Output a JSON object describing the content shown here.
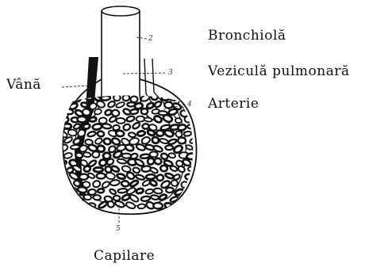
{
  "labels": {
    "bronchiole": "Bronchiolă",
    "vesicle": "Veziculă pulmonară",
    "vein": "Vână",
    "artery": "Arterie",
    "capillaries": "Capilare"
  },
  "numbers": {
    "n2": "2",
    "n3": "3",
    "n4": "4",
    "n5": "5"
  },
  "colors": {
    "ink": "#111111",
    "paper": "#ffffff"
  }
}
